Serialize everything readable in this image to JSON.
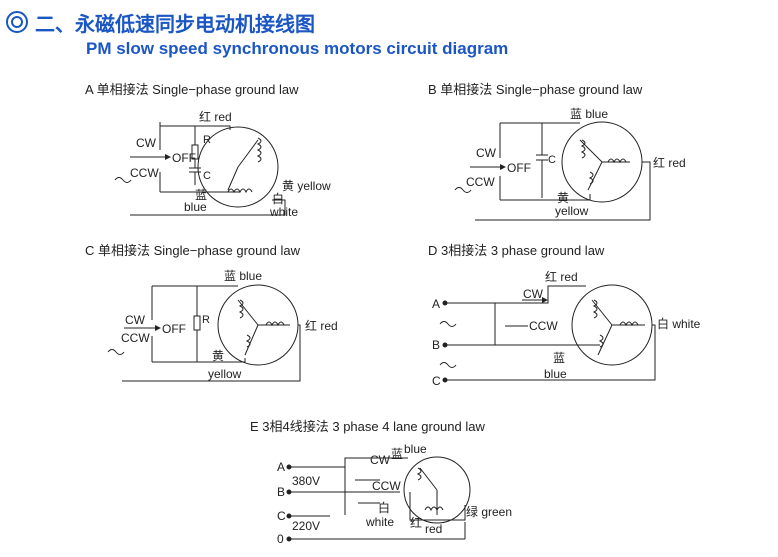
{
  "header": {
    "title_zh": "二、永磁低速同步电动机接线图",
    "title_en": "PM slow speed synchronous motors circuit diagram",
    "accent_color": "#1a56c4"
  },
  "diagrams": {
    "a": {
      "title": "A 单相接法  Single−phase ground law",
      "cw": "CW",
      "ccw": "CCW",
      "off": "OFF",
      "r": "R",
      "c": "C",
      "red": "红 red",
      "blue_zh": "蓝",
      "blue_en": "blue",
      "yellow": "黄 yellow",
      "white_zh": "白",
      "white_en": "white"
    },
    "b": {
      "title": "B 单相接法  Single−phase ground law",
      "cw": "CW",
      "ccw": "CCW",
      "off": "OFF",
      "c": "C",
      "blue": "蓝 blue",
      "red": "红 red",
      "yellow_zh": "黄",
      "yellow_en": "yellow"
    },
    "c": {
      "title": "C 单相接法  Single−phase ground law",
      "cw": "CW",
      "ccw": "CCW",
      "off": "OFF",
      "r": "R",
      "blue": "蓝  blue",
      "red": "红 red",
      "yellow_zh": "黄",
      "yellow_en": "yellow"
    },
    "d": {
      "title": "D 3相接法  3 phase ground law",
      "a": "A",
      "b": "B",
      "c": "C",
      "cw": "CW",
      "ccw": "CCW",
      "red": "红 red",
      "white": "白 white",
      "blue_zh": "蓝",
      "blue_en": "blue"
    },
    "e": {
      "title": "E 3相4线接法 3 phase 4 lane ground law",
      "a": "A",
      "b": "B",
      "c": "C",
      "zero": "0",
      "v380": "380V",
      "v220": "220V",
      "cw": "CW",
      "ccw": "CCW",
      "blue_zh": "蓝",
      "blue_en": "blue",
      "white_zh": "白",
      "white_en": "white",
      "red_zh": "红",
      "red_en": "red",
      "green": "绿 green"
    }
  }
}
